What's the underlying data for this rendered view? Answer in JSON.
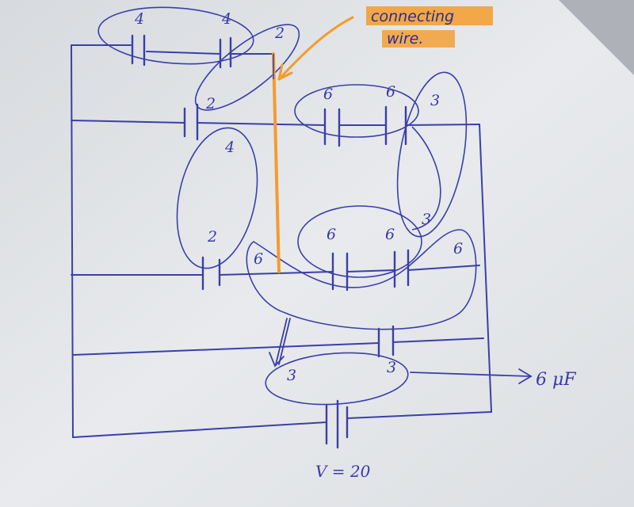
{
  "colors": {
    "ink": "#3b3fa8",
    "highlight": "#f59b2c",
    "paper": "#e9ebee"
  },
  "annotations": {
    "connecting_wire": "connecting",
    "connecting_wire_2": "wire.",
    "result": "6 μF",
    "voltage": "V = 20"
  },
  "labels": {
    "top_left_cap": "4",
    "top_right_cap": "4",
    "top_series_group": "2",
    "row2_left_cap": "2",
    "row2_cap_a": "6",
    "row2_cap_b": "6",
    "row2_group": "3",
    "mid_left_group": "4",
    "row3_left_cap": "2",
    "row3_cap_a": "6",
    "row3_cap_b": "6",
    "row3_group": "3",
    "row3_combined_left": "6",
    "row3_combined_right": "6",
    "row4_left": "3",
    "row4_right": "3"
  }
}
